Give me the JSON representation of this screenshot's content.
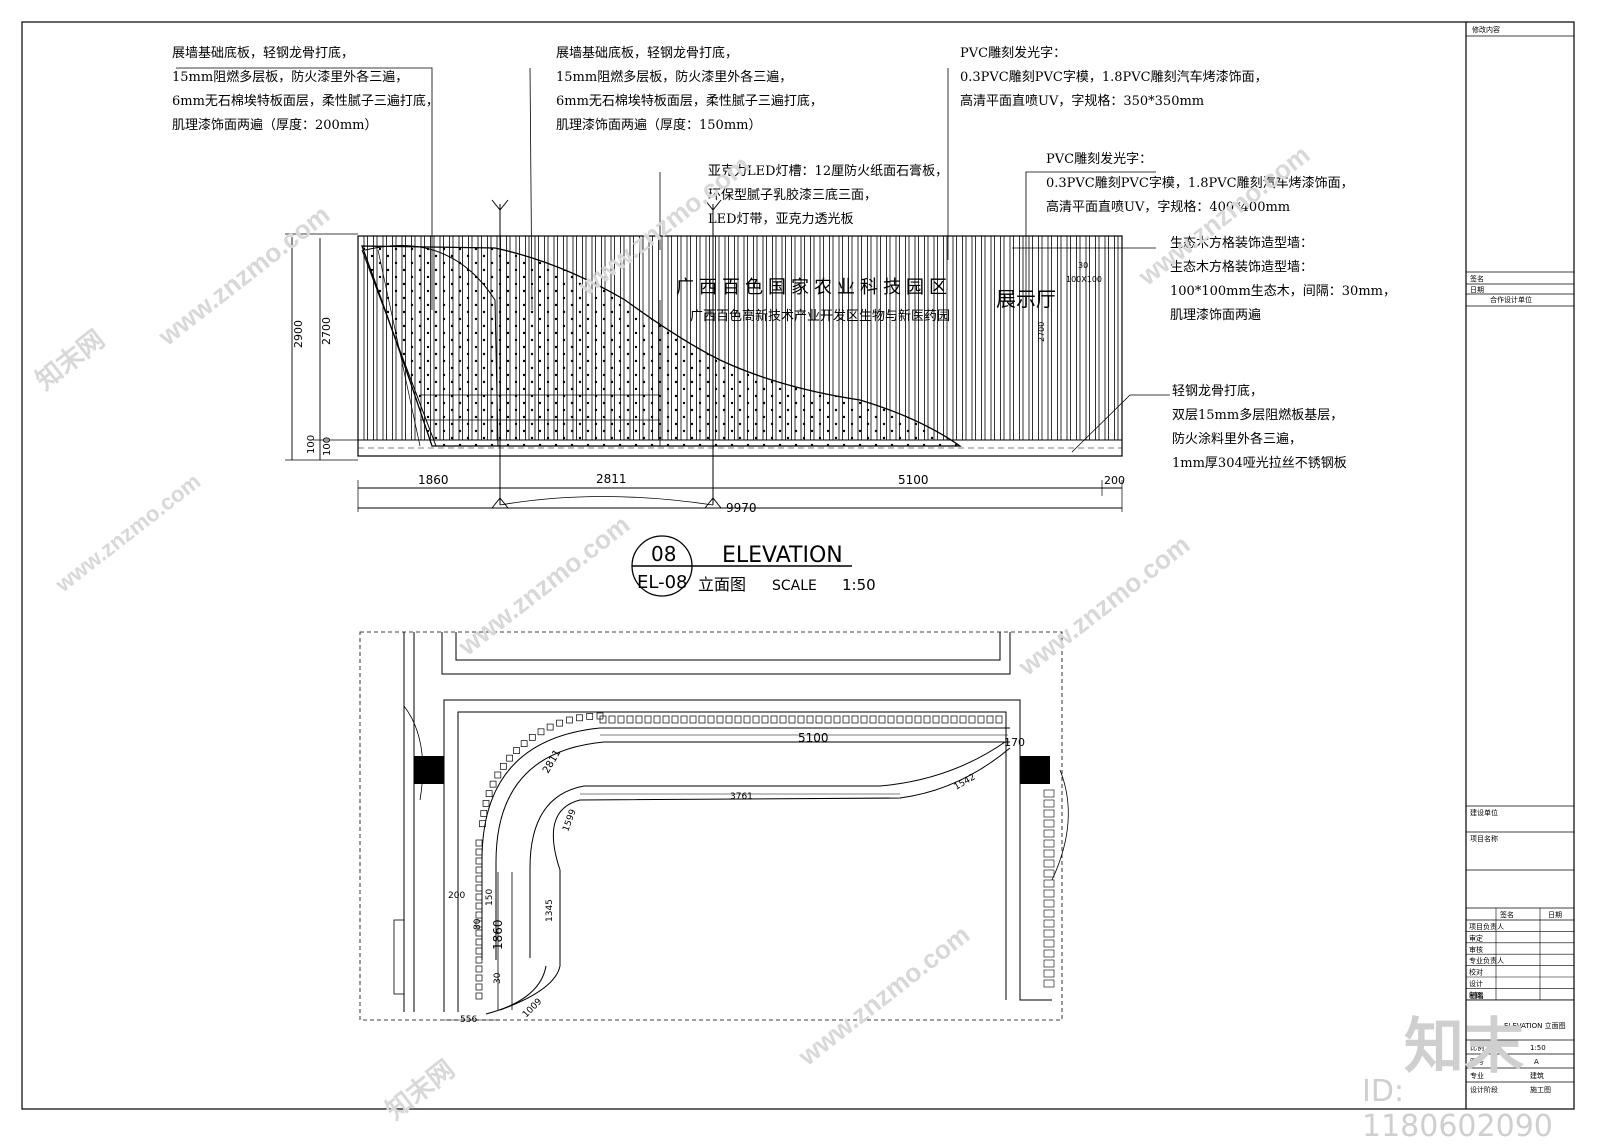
{
  "annotations": {
    "wall_200": [
      "展墙基础底板，轻钢龙骨打底，",
      "15mm阻燃多层板，防火漆里外各三遍，",
      "6mm无石棉埃特板面层，柔性腻子三遍打底，",
      "肌理漆饰面两遍（厚度：200mm）"
    ],
    "wall_150": [
      "展墙基础底板，轻钢龙骨打底，",
      "15mm阻燃多层板，防火漆里外各三遍，",
      "6mm无石棉埃特板面层，柔性腻子三遍打底，",
      "肌理漆饰面两遍（厚度：150mm）"
    ],
    "pvc_350": [
      "PVC雕刻发光字：",
      "0.3PVC雕刻PVC字模，1.8PVC雕刻汽车烤漆饰面，",
      "高清平面直喷UV，字规格：350*350mm"
    ],
    "pvc_400": [
      "PVC雕刻发光字：",
      "0.3PVC雕刻PVC字模，1.8PVC雕刻汽车烤漆饰面，",
      "高清平面直喷UV，字规格：400*400mm"
    ],
    "led": [
      "亚克力LED灯槽：12厘防火纸面石膏板，",
      "环保型腻子乳胶漆三底三面，",
      "LED灯带，亚克力透光板"
    ],
    "wood": [
      "生态木方格装饰造型墙：",
      "生态木方格装饰造型墙：",
      "100*100mm生态木，间隔：30mm，",
      "肌理漆饰面两遍"
    ],
    "base": [
      "轻钢龙骨打底，",
      "双层15mm多层阻燃板基层，",
      "防火涂料里外各三遍，",
      "1mm厚304哑光拉丝不锈钢板"
    ]
  },
  "sign": {
    "line1": "广西百色国家农业科技园区",
    "line2": "广西百色高新技术产业开发区生物与新医药园",
    "hall": "展示厅"
  },
  "dims": {
    "h2900": "2900",
    "h2700": "2700",
    "h100a": "100",
    "h100b": "100",
    "w1860": "1860",
    "w2811": "2811",
    "w5100": "5100",
    "w200": "200",
    "w9970": "9970",
    "inner_2700": "2700",
    "inner_30": "30",
    "inner_100": "100X100"
  },
  "title": {
    "number": "08",
    "sheet": "EL-08",
    "name": "ELEVATION",
    "cn": "立面图",
    "scale_label": "SCALE",
    "scale": "1:50"
  },
  "plan_dims": {
    "d5100": "5100",
    "d3761": "3761",
    "d2811": "2811",
    "d1542": "1542",
    "d1599": "1599",
    "d170": "170",
    "d1345": "1345",
    "d200": "200",
    "d150": "150",
    "d80": "80",
    "d1860": "1860",
    "d30": "30",
    "d556": "556",
    "d1009": "1009"
  },
  "title_block": {
    "r1": "修改内容",
    "r2": "签名",
    "r3": "日期",
    "r4": "合作设计单位",
    "r5": "建设单位",
    "r6": "项目名称",
    "h_sign": "签名",
    "h_date": "日期",
    "rows": [
      "项目负责人",
      "审定",
      "审核",
      "专业负责人",
      "校对",
      "设计",
      "制图"
    ],
    "drawing_label": "图名",
    "drawing_name": "ELEVATION 立面图",
    "scale": "1:50",
    "stage_a": "A",
    "discipline": "建筑",
    "phase": "施工图",
    "f_scale": "比例",
    "f_no": "图号",
    "f_disc": "专业",
    "f_phase": "设计阶段"
  },
  "watermark": {
    "url": "www.znzmo.com",
    "brand": "知末网",
    "logo": "知末",
    "id": "ID: 1180602090"
  }
}
